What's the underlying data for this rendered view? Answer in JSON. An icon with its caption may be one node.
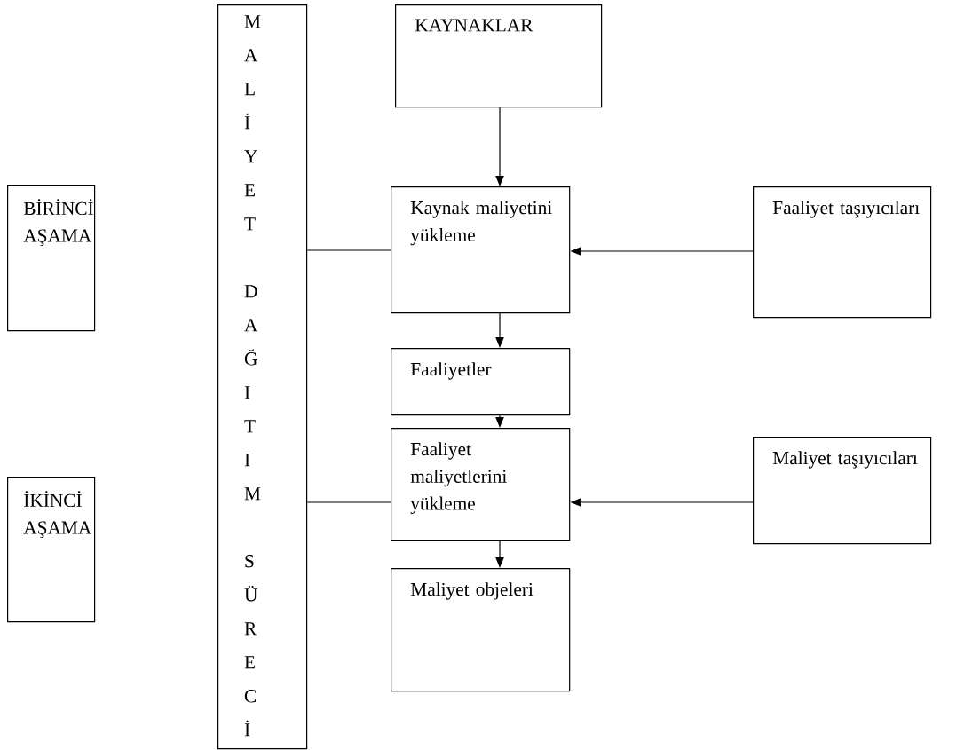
{
  "diagram": {
    "nodes": [
      {
        "text": [
          "BİRİNCİ AŞAMA"
        ]
      },
      {
        "text": [
          "İKİNCİ AŞAMA"
        ]
      },
      {
        "text": [
          "MALİYET DAĞITIM SÜRECİ"
        ]
      },
      {
        "text": [
          "KAYNAKLAR"
        ]
      },
      {
        "text": [
          "Kaynak maliyetini yükleme"
        ]
      },
      {
        "text": [
          "Faaliyet taşıyıcıları"
        ]
      },
      {
        "text": [
          "Faaliyetler"
        ]
      },
      {
        "text": [
          "Faaliyet maliyetlerini yükleme"
        ]
      },
      {
        "text": [
          "Maliyet taşıyıcıları"
        ]
      },
      {
        "text": [
          "Maliyet objeleri"
        ]
      }
    ],
    "edges": [
      {
        "from": 3,
        "to": 4,
        "arrow": "to"
      },
      {
        "from": 5,
        "to": 4,
        "arrow": "to"
      },
      {
        "from": 4,
        "to": 6,
        "arrow": "to"
      },
      {
        "from": 6,
        "to": 7,
        "arrow": "to"
      },
      {
        "from": 8,
        "to": 7,
        "arrow": "to"
      },
      {
        "from": 7,
        "to": 9,
        "arrow": "to"
      },
      {
        "from": 2,
        "to": 4,
        "arrow": "none"
      },
      {
        "from": 2,
        "to": 7,
        "arrow": "none"
      }
    ]
  }
}
